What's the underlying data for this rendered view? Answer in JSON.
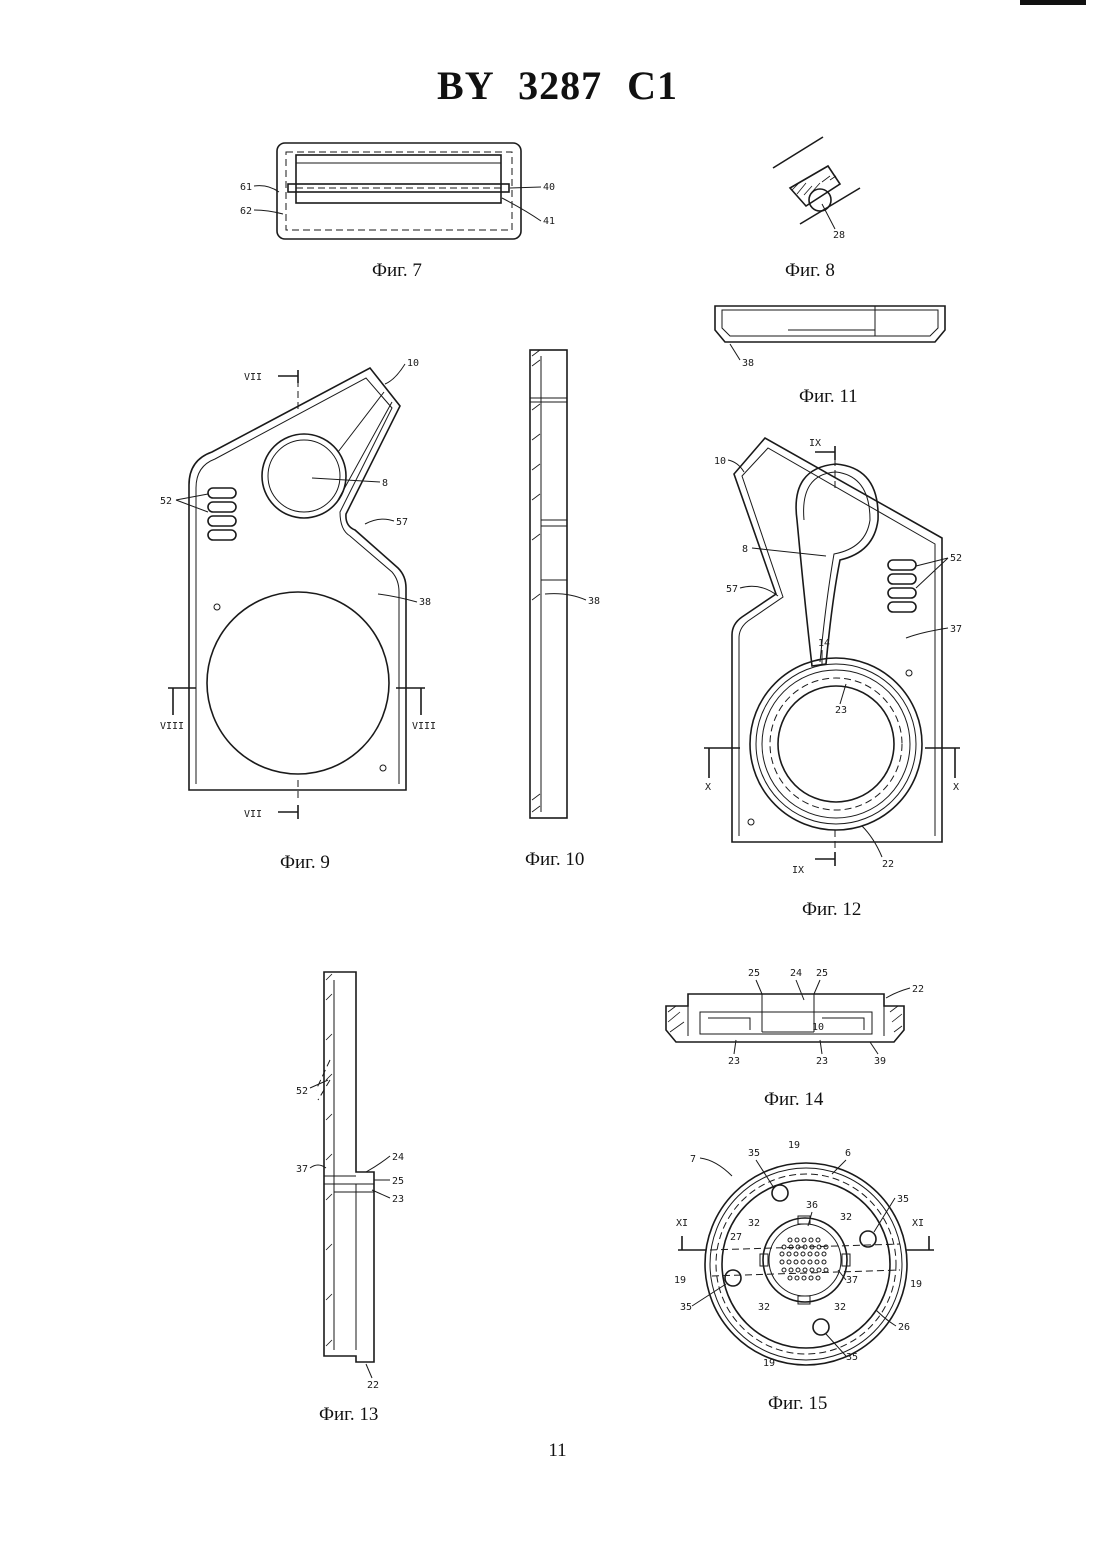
{
  "header": {
    "title": "BY 3287 C1"
  },
  "page_number": "11",
  "figures": [
    {
      "caption": "Фиг. 7",
      "labels": [
        "61",
        "62",
        "40",
        "41"
      ]
    },
    {
      "caption": "Фиг. 8",
      "labels": [
        "28"
      ]
    },
    {
      "caption": "Фиг. 9",
      "labels": [
        "VII",
        "10",
        "8",
        "52",
        "57",
        "38",
        "VIII"
      ]
    },
    {
      "caption": "Фиг. 10",
      "labels": [
        "38"
      ]
    },
    {
      "caption": "Фиг. 11",
      "labels": [
        "38"
      ]
    },
    {
      "caption": "Фиг. 12",
      "labels": [
        "IX",
        "10",
        "8",
        "52",
        "57",
        "37",
        "14",
        "23",
        "X",
        "22"
      ]
    },
    {
      "caption": "Фиг. 13",
      "labels": [
        "52",
        "37",
        "24",
        "25",
        "23",
        "22"
      ]
    },
    {
      "caption": "Фиг. 14",
      "labels": [
        "25",
        "24",
        "22",
        "23",
        "39",
        "10"
      ]
    },
    {
      "caption": "Фиг. 15",
      "labels": [
        "7",
        "35",
        "19",
        "6",
        "36",
        "32",
        "XI",
        "27",
        "37",
        "26"
      ]
    }
  ]
}
